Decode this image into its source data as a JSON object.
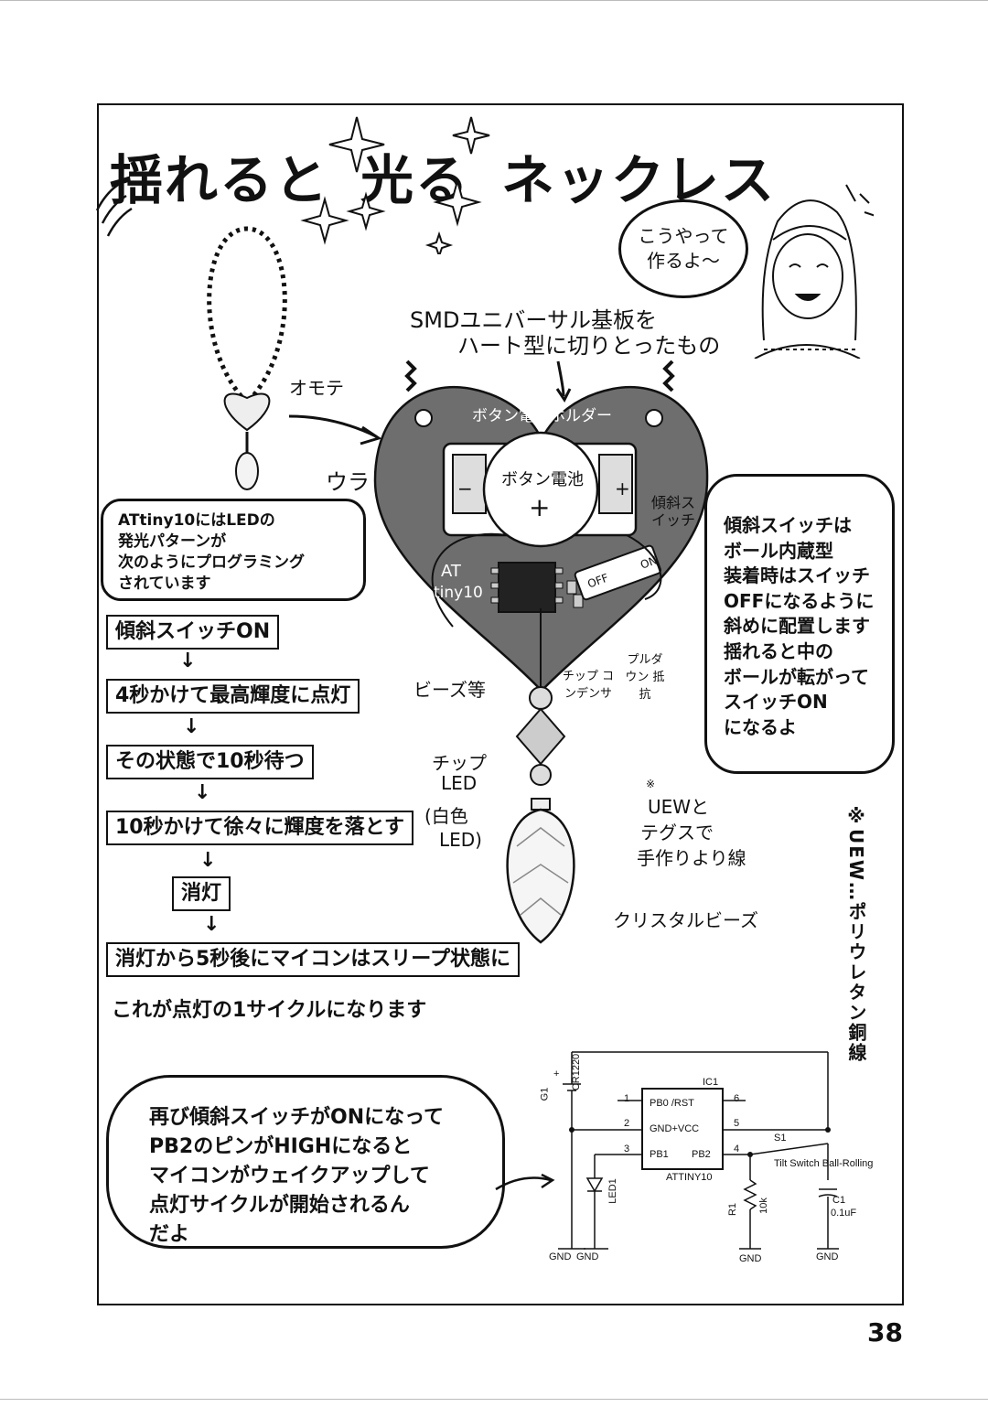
{
  "title": {
    "part1": "揺れると",
    "part2": "光る",
    "part3": "ネックレス"
  },
  "speech": {
    "line1": "こうやって",
    "line2": "作るよ～"
  },
  "labels": {
    "smd_line1": "SMDユニバーサル基板を",
    "smd_line2": "ハート型に切りとったもの",
    "omote": "オモテ",
    "ura": "ウラ",
    "button_holder": "ボタン電池ホルダー",
    "button_battery": "ボタン電池",
    "tilt_switch": "傾斜スイッチ",
    "at": "AT",
    "tiny10": "tiny10",
    "off": "OFF",
    "on": "ON",
    "chip_capacitor": "チップ コンデンサ",
    "pulldown": "プルダウン 抵抗",
    "beads": "ビーズ等",
    "chip_led_1": "チップ",
    "chip_led_2": "LED",
    "white_led_1": "(白色",
    "white_led_2": "LED)",
    "uew_1": "UEWと",
    "uew_2": "テグスで",
    "uew_3": "手作りより線",
    "crystal": "クリスタルビーズ",
    "minus": "−",
    "plus": "+",
    "battery_plus": "+"
  },
  "atiny_box": {
    "line1": "ATtiny10にはLEDの",
    "line2": "発光パターンが",
    "line3": "次のようにプログラミング",
    "line4": "されています"
  },
  "steps": [
    "傾斜スイッチON",
    "4秒かけて最高輝度に点灯",
    "その状態で10秒待つ",
    "10秒かけて徐々に輝度を落とす",
    "消灯",
    "消灯から5秒後にマイコンはスリープ状態に"
  ],
  "arrow": "↓",
  "cycle_text": "これが点灯の1サイクルになります",
  "tilt_box": {
    "line1": "傾斜スイッチは",
    "line2": "ボール内蔵型",
    "line3": "装着時はスイッチ",
    "line4": "OFFになるように",
    "line5": "斜めに配置します",
    "line6": "揺れると中の",
    "line7": "ボールが転がって",
    "line8": "スイッチON",
    "line9": "になるよ"
  },
  "side_note": "※UEW…ポリウレタン銅線",
  "uew_mark": "※",
  "wake_box": {
    "line1": "再び傾斜スイッチがONになって",
    "line2": "PB2のピンがHIGHになると",
    "line3": "マイコンがウェイクアップして",
    "line4": "点灯サイクルが開始されるん",
    "line5": "だよ"
  },
  "schematic": {
    "g1": "G1",
    "cr1220": "CR1220",
    "ic1": "IC1",
    "pin1": "1",
    "pin2": "2",
    "pin3": "3",
    "pin4": "4",
    "pin5": "5",
    "pin6": "6",
    "pb0": "PB0 /RST",
    "gndvcc": "GND+VCC",
    "pb1": "PB1",
    "pb2": "PB2",
    "attiny": "ATTINY10",
    "s1": "S1",
    "tilt": "Tilt Switch Ball-Rolling",
    "c1": "C1",
    "cap": "0.1uF",
    "r1": "R1",
    "r1v": "10k",
    "led1": "LED1",
    "gnd1": "GND",
    "gnd2": "GND",
    "gnd3": "GND",
    "gnd4": "GND",
    "plus": "+"
  },
  "page_number": "38"
}
